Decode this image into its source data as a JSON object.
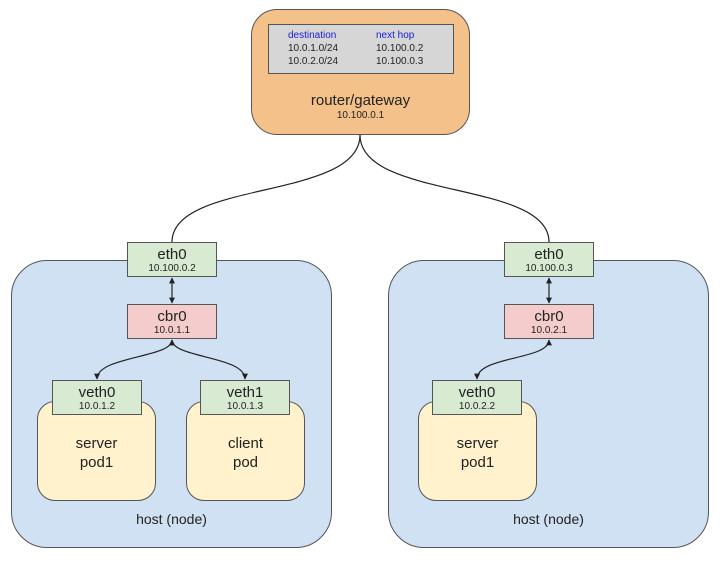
{
  "router": {
    "table": {
      "headers": [
        "destination",
        "next hop"
      ],
      "rows": [
        [
          "10.0.1.0/24",
          "10.100.0.2"
        ],
        [
          "10.0.2.0/24",
          "10.100.0.3"
        ]
      ]
    },
    "name": "router/gateway",
    "ip": "10.100.0.1"
  },
  "hosts": [
    {
      "label": "host (node)",
      "eth": {
        "name": "eth0",
        "ip": "10.100.0.2"
      },
      "bridge": {
        "name": "cbr0",
        "ip": "10.0.1.1"
      },
      "pods": [
        {
          "veth": {
            "name": "veth0",
            "ip": "10.0.1.2"
          },
          "line1": "server",
          "line2": "pod1"
        },
        {
          "veth": {
            "name": "veth1",
            "ip": "10.0.1.3"
          },
          "line1": "client",
          "line2": "pod"
        }
      ]
    },
    {
      "label": "host (node)",
      "eth": {
        "name": "eth0",
        "ip": "10.100.0.3"
      },
      "bridge": {
        "name": "cbr0",
        "ip": "10.0.2.1"
      },
      "pods": [
        {
          "veth": {
            "name": "veth0",
            "ip": "10.0.2.2"
          },
          "line1": "server",
          "line2": "pod1"
        }
      ]
    }
  ],
  "colors": {
    "router_fill": "#f4c18b",
    "table_fill": "#d6d6d6",
    "table_header_text": "#1a1adf",
    "host_fill": "#d0e1f3",
    "interface_fill": "#d9ead3",
    "bridge_fill": "#f4cccc",
    "pod_fill": "#fff2cc"
  }
}
